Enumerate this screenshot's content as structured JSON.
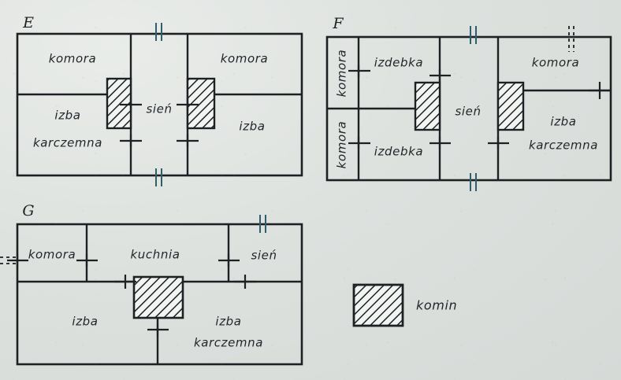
{
  "figure": {
    "kind": "architectural-floor-plans",
    "background_color": "#dde1de",
    "ink_color": "#1d2124"
  },
  "plans": [
    {
      "id": "E",
      "letter": "E",
      "rooms": [
        {
          "name": "komora-left",
          "label": "komora"
        },
        {
          "name": "izba-karczemna-left",
          "label": "izba",
          "label2": "karczemna"
        },
        {
          "name": "sien-center",
          "label": "sień"
        },
        {
          "name": "komora-right",
          "label": "komora"
        },
        {
          "name": "izba-right",
          "label": "izba"
        }
      ],
      "chimneys": 2
    },
    {
      "id": "F",
      "letter": "F",
      "rooms": [
        {
          "name": "komora-upper-left",
          "label": "komora",
          "rotated": true
        },
        {
          "name": "komora-lower-left",
          "label": "komora",
          "rotated": true
        },
        {
          "name": "izdebka-upper",
          "label": "izdebka"
        },
        {
          "name": "izdebka-lower",
          "label": "izdebka"
        },
        {
          "name": "sien-center",
          "label": "sień"
        },
        {
          "name": "komora-right",
          "label": "komora"
        },
        {
          "name": "izba-karczemna-right",
          "label": "izba",
          "label2": "karczemna"
        }
      ],
      "chimneys": 2
    },
    {
      "id": "G",
      "letter": "G",
      "rooms": [
        {
          "name": "komora-left",
          "label": "komora"
        },
        {
          "name": "kuchnia-center",
          "label": "kuchnia"
        },
        {
          "name": "sien-right",
          "label": "sień"
        },
        {
          "name": "izba-left",
          "label": "izba"
        },
        {
          "name": "izba-karczemna-right",
          "label": "izba",
          "label2": "karczemna"
        }
      ],
      "chimneys": 1
    }
  ],
  "legend": {
    "symbol": "hatched-square",
    "label": "komin"
  }
}
